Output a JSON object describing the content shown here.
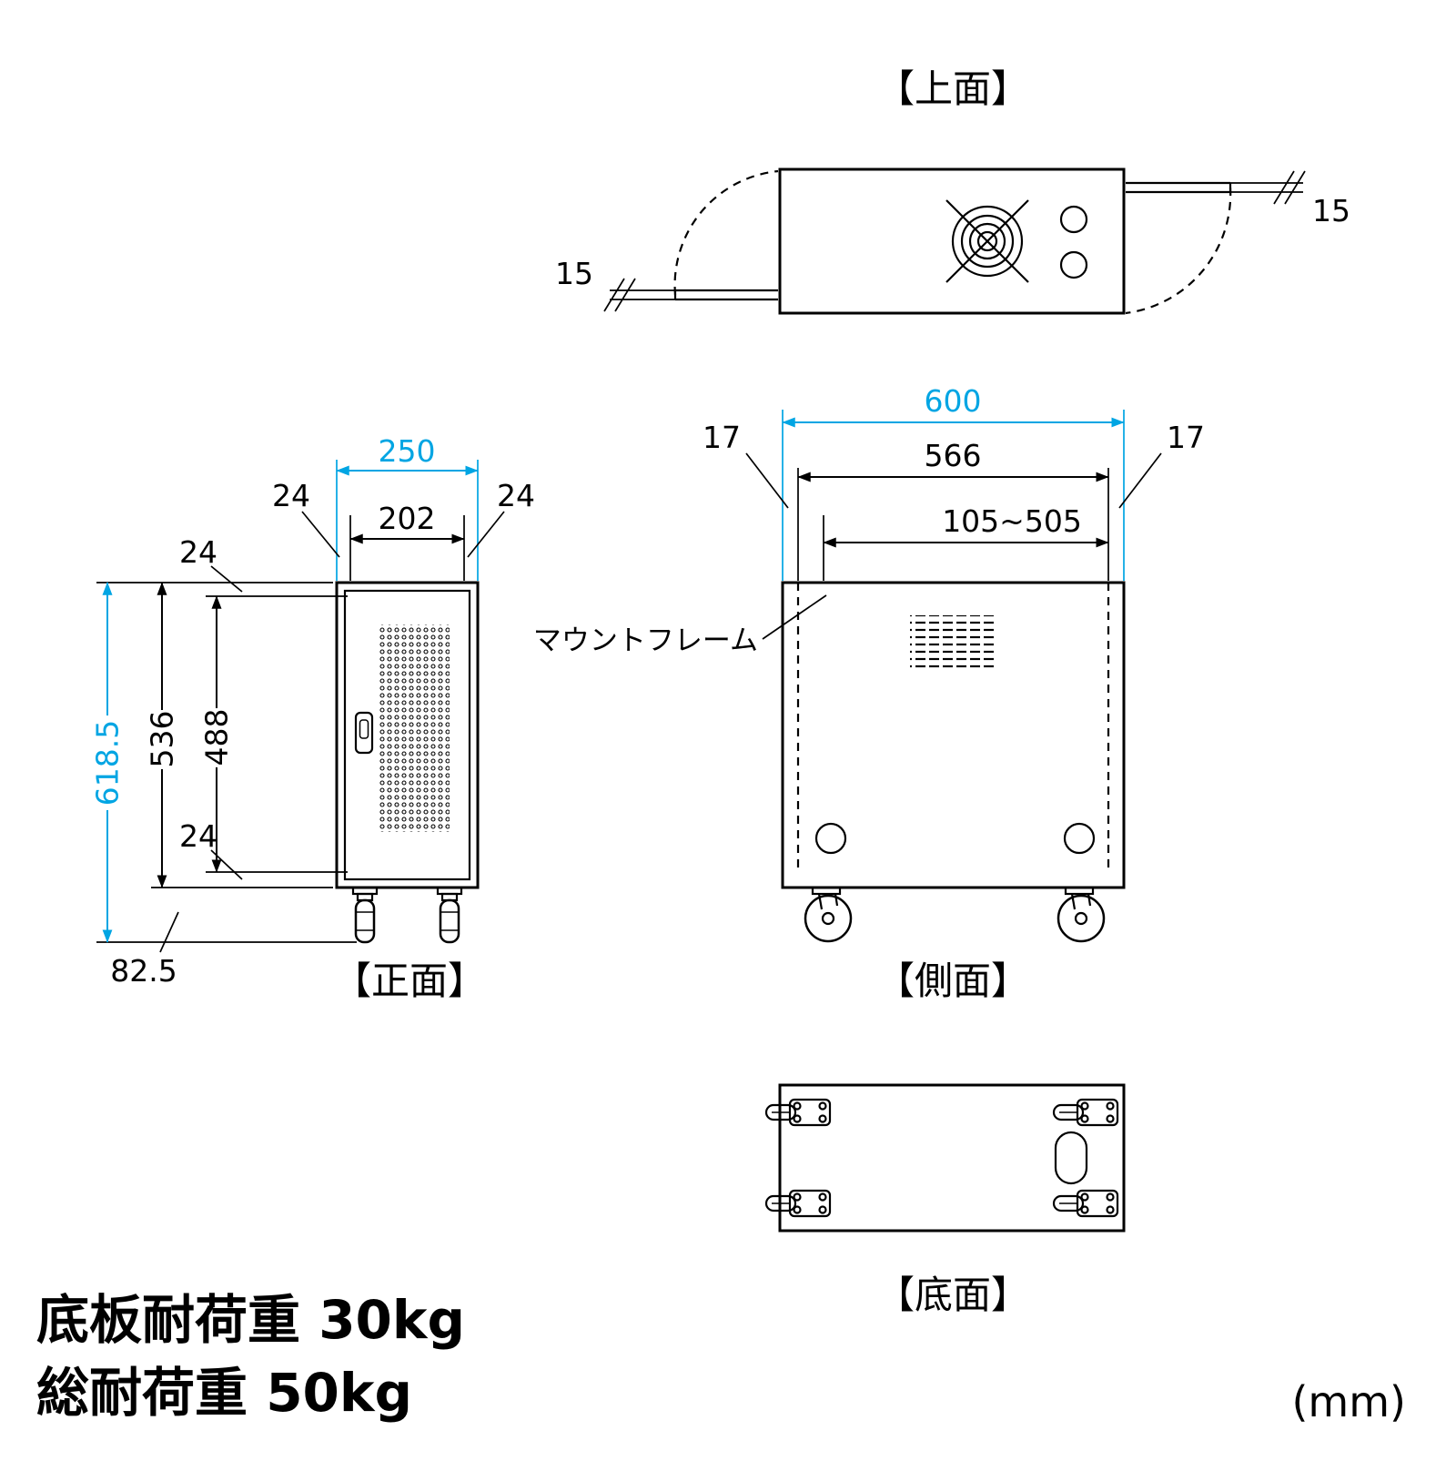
{
  "colors": {
    "accent": "#00A5E3",
    "line": "#000000",
    "background": "#FFFFFF"
  },
  "top_view": {
    "title": "【上面】",
    "handle_thickness_left": "15",
    "handle_thickness_right": "15"
  },
  "front_view": {
    "title": "【正面】",
    "outer_width": "250",
    "inner_width": "202",
    "frame_left": "24",
    "frame_right": "24",
    "frame_top": "24",
    "frame_bottom": "24",
    "total_height": "618.5",
    "body_height": "536",
    "inner_height": "488",
    "caster_height": "82.5"
  },
  "side_view": {
    "title": "【側面】",
    "outer_width": "600",
    "inner_width": "566",
    "edge_left": "17",
    "edge_right": "17",
    "mount_range": "105~505",
    "mount_frame_label": "マウントフレーム"
  },
  "bottom_view": {
    "title": "【底面】"
  },
  "notes": {
    "load_bottom": "底板耐荷重 30kg",
    "load_total": "総耐荷重 50kg",
    "unit": "(mm)"
  }
}
